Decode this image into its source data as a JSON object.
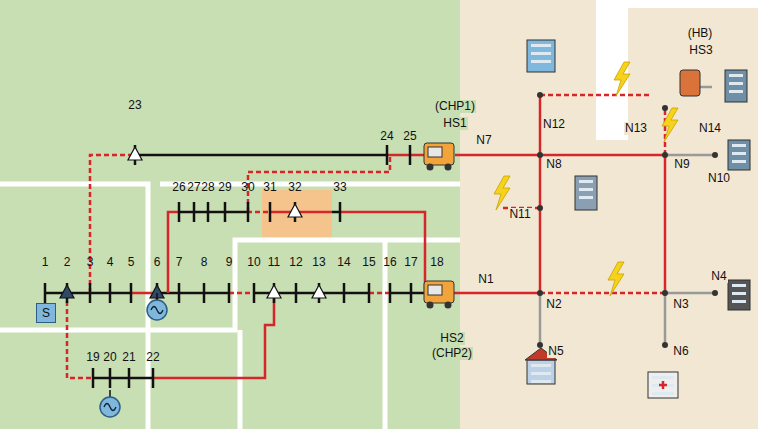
{
  "diagram": {
    "nodes": [
      {
        "text": [
          "S"
        ]
      }
    ],
    "labels": [
      "1",
      "2",
      "3",
      "4",
      "5",
      "6",
      "7",
      "8",
      "9",
      "10",
      "11",
      "12",
      "13",
      "14",
      "15",
      "16",
      "17",
      "18",
      "19",
      "20",
      "21",
      "22",
      "23",
      "24",
      "25",
      "26",
      "27",
      "28",
      "29",
      "30",
      "31",
      "32",
      "33",
      "N1",
      "N2",
      "N3",
      "N4",
      "N5",
      "N6",
      "N7",
      "N8",
      "N9",
      "N10",
      "N11",
      "N12",
      "N13",
      "N14",
      "HS1",
      "(CHP1)",
      "HS2",
      "(CHP2)",
      "(HB)",
      "HS3"
    ]
  }
}
